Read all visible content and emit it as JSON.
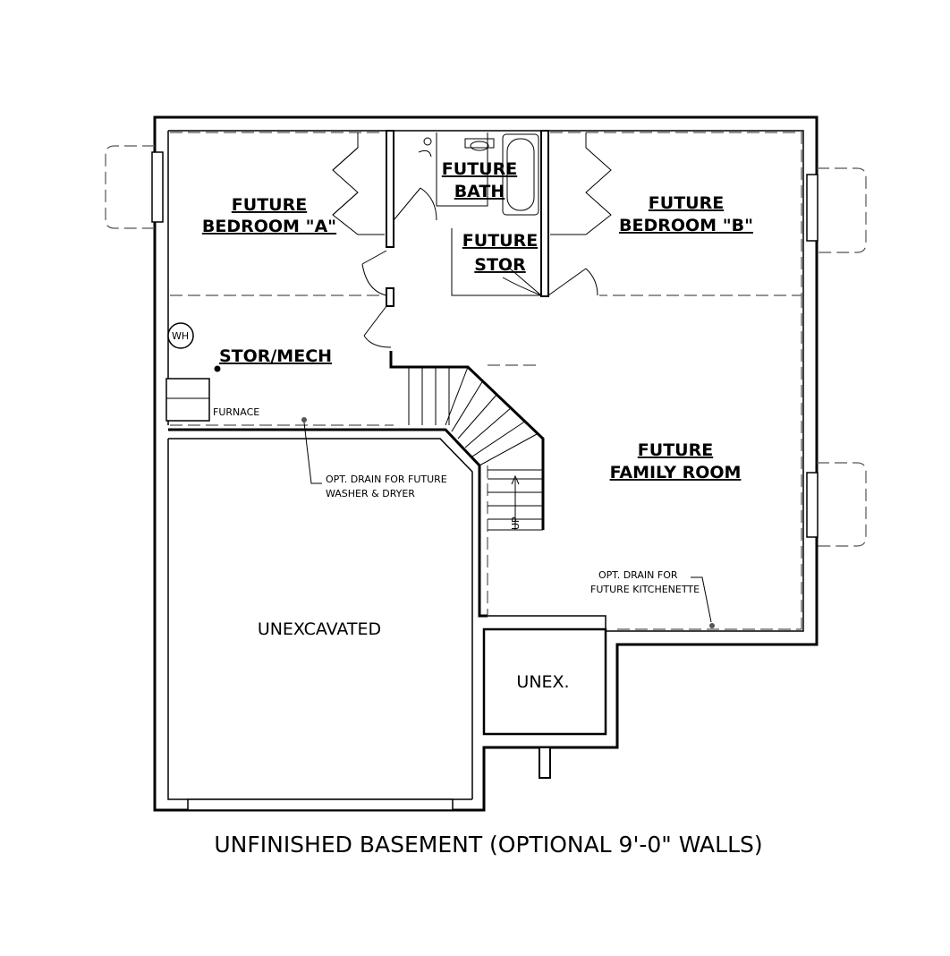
{
  "title": "UNFINISHED BASEMENT (OPTIONAL 9'-0\" WALLS)",
  "rooms": {
    "bedroom_a": {
      "line1": "FUTURE",
      "line2": "BEDROOM \"A\""
    },
    "bath": {
      "line1": "FUTURE",
      "line2": "BATH"
    },
    "bedroom_b": {
      "line1": "FUTURE",
      "line2": "BEDROOM \"B\""
    },
    "stor": {
      "line1": "FUTURE",
      "line2": "STOR"
    },
    "stor_mech": {
      "line1": "STOR/MECH"
    },
    "family_room": {
      "line1": "FUTURE",
      "line2": "FAMILY ROOM"
    }
  },
  "areas": {
    "unexcavated": "UNEXCAVATED",
    "unex": "UNEX."
  },
  "fixtures": {
    "water_heater": "WH",
    "furnace": "FURNACE",
    "stair_up": "UP"
  },
  "notes": {
    "drain_washer_line1": "OPT. DRAIN FOR FUTURE",
    "drain_washer_line2": "WASHER & DRYER",
    "drain_kitchen_line1": "OPT. DRAIN FOR",
    "drain_kitchen_line2": "FUTURE KITCHENETTE"
  }
}
